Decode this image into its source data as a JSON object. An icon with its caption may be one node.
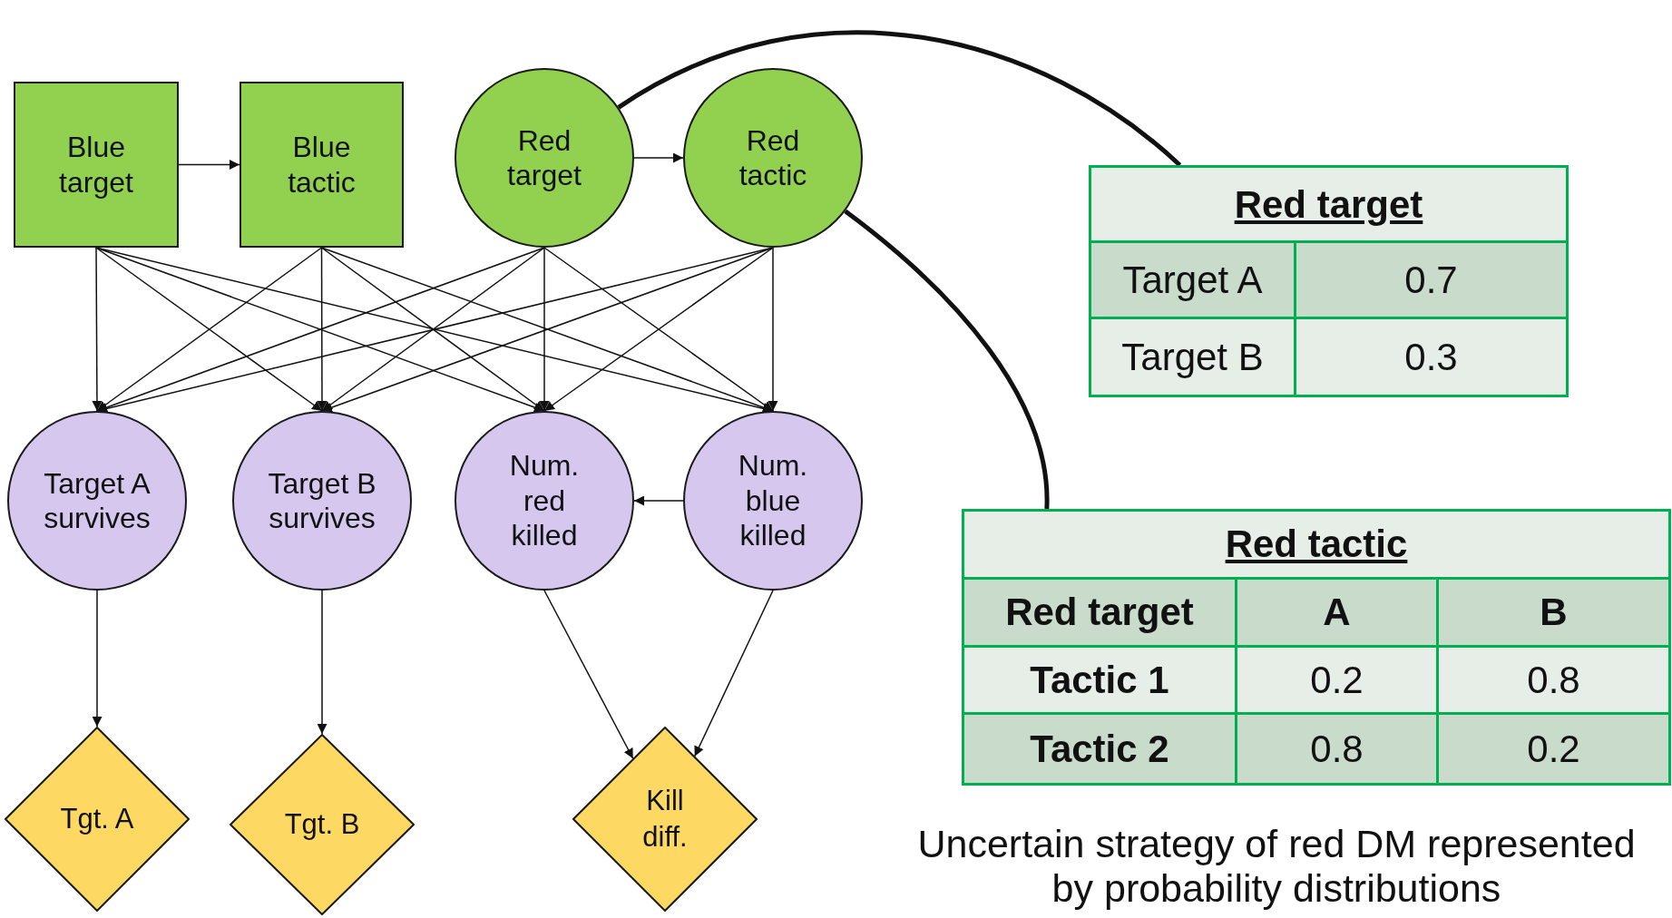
{
  "diagram": {
    "caption": "Uncertain strategy of red DM represented by probability distributions",
    "nodes": [
      {
        "text": [
          "Blue target"
        ]
      },
      {
        "text": [
          "Blue tactic"
        ]
      },
      {
        "text": [
          "Red target"
        ]
      },
      {
        "text": [
          "Red tactic"
        ]
      },
      {
        "text": [
          "Target A survives"
        ]
      },
      {
        "text": [
          "Target B survives"
        ]
      },
      {
        "text": [
          "Num. red killed"
        ]
      },
      {
        "text": [
          "Num. blue killed"
        ]
      },
      {
        "text": [
          "Tgt. A"
        ]
      },
      {
        "text": [
          "Tgt. B"
        ]
      },
      {
        "text": [
          "Kill diff."
        ]
      },
      {
        "text": [
          "Red target"
        ]
      },
      {
        "text": [
          "Red tactic"
        ]
      }
    ],
    "edges": [
      {
        "from": 0,
        "to": 1,
        "arrow": "to"
      },
      {
        "from": 2,
        "to": 3,
        "arrow": "to"
      },
      {
        "from": 0,
        "to": 4,
        "arrow": "to"
      },
      {
        "from": 0,
        "to": 5,
        "arrow": "to"
      },
      {
        "from": 0,
        "to": 6,
        "arrow": "to"
      },
      {
        "from": 0,
        "to": 7,
        "arrow": "to"
      },
      {
        "from": 1,
        "to": 4,
        "arrow": "to"
      },
      {
        "from": 1,
        "to": 5,
        "arrow": "to"
      },
      {
        "from": 1,
        "to": 6,
        "arrow": "to"
      },
      {
        "from": 1,
        "to": 7,
        "arrow": "to"
      },
      {
        "from": 2,
        "to": 4,
        "arrow": "to"
      },
      {
        "from": 2,
        "to": 5,
        "arrow": "to"
      },
      {
        "from": 2,
        "to": 6,
        "arrow": "to"
      },
      {
        "from": 2,
        "to": 7,
        "arrow": "to"
      },
      {
        "from": 3,
        "to": 4,
        "arrow": "to"
      },
      {
        "from": 3,
        "to": 5,
        "arrow": "to"
      },
      {
        "from": 3,
        "to": 6,
        "arrow": "to"
      },
      {
        "from": 3,
        "to": 7,
        "arrow": "to"
      },
      {
        "from": 7,
        "to": 6,
        "arrow": "to"
      },
      {
        "from": 4,
        "to": 8,
        "arrow": "to"
      },
      {
        "from": 5,
        "to": 9,
        "arrow": "to"
      },
      {
        "from": 6,
        "to": 10,
        "arrow": "to"
      },
      {
        "from": 7,
        "to": 10,
        "arrow": "to"
      },
      {
        "from": 2,
        "to": 11,
        "arrow": "none",
        "style": "thick"
      },
      {
        "from": 3,
        "to": 12,
        "arrow": "none",
        "style": "thick"
      }
    ],
    "labels": [
      "Target A",
      "0.7",
      "Target B",
      "0.3",
      "Red target",
      "A",
      "B",
      "Tactic 1",
      "0.2",
      "0.8",
      "Tactic 2",
      "0.8",
      "0.2"
    ]
  }
}
